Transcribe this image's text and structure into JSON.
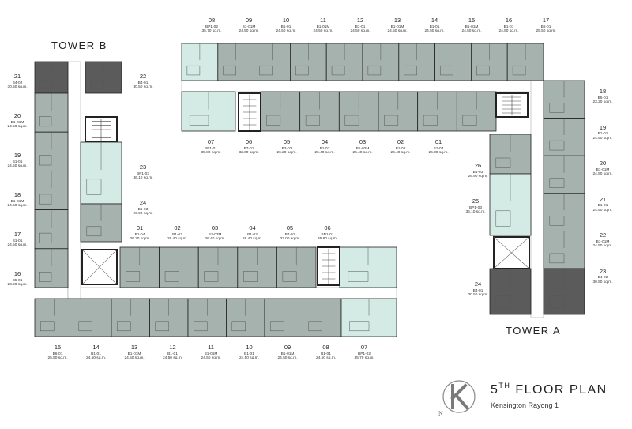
{
  "title": {
    "prefix": "5",
    "sup": "TH",
    "rest": " FLOOR  PLAN"
  },
  "subtitle": "Kensington Rayong 1",
  "towers": {
    "b": "TOWER  B",
    "a": "TOWER  A"
  },
  "logo": {
    "north": "N"
  },
  "colors": {
    "unit": "#a6b2ad",
    "suite": "#d3ebe4",
    "corner": "#5b5b5b",
    "wall": "#222222",
    "corridor": "#ffffff"
  },
  "units": {
    "top_north": [
      {
        "num": "08",
        "type": "BP1-02",
        "area": "35.70 sq.m."
      },
      {
        "num": "09",
        "type": "B1-01M",
        "area": "24.50 sq.m."
      },
      {
        "num": "10",
        "type": "B1-01",
        "area": "24.50 sq.m."
      },
      {
        "num": "11",
        "type": "B1-01M",
        "area": "24.50 sq.m."
      },
      {
        "num": "12",
        "type": "B1-01",
        "area": "24.50 sq.m."
      },
      {
        "num": "13",
        "type": "B1-01M",
        "area": "24.50 sq.m."
      },
      {
        "num": "14",
        "type": "B1-01",
        "area": "24.50 sq.m."
      },
      {
        "num": "15",
        "type": "B1-01M",
        "area": "24.50 sq.m."
      },
      {
        "num": "16",
        "type": "B1-01",
        "area": "24.50 sq.m."
      },
      {
        "num": "17",
        "type": "B6-01",
        "area": "25.50 sq.m."
      }
    ],
    "top_south": [
      {
        "num": "07",
        "type": "BP1-01",
        "area": "35.80 sq.m."
      },
      {
        "num": "06",
        "type": "B7-01",
        "area": "32.00 sq.m."
      },
      {
        "num": "05",
        "type": "B2-02",
        "area": "26.20 sq.m."
      },
      {
        "num": "04",
        "type": "B1-02",
        "area": "26.40 sq.m."
      },
      {
        "num": "03",
        "type": "B1-02M",
        "area": "26.40 sq.m."
      },
      {
        "num": "02",
        "type": "B1-02",
        "area": "26.40 sq.m."
      },
      {
        "num": "01",
        "type": "B1-04",
        "area": "26.30 sq.m."
      }
    ],
    "tower_a_east": [
      {
        "num": "18",
        "type": "B5-01",
        "area": "23.20 sq.m."
      },
      {
        "num": "19",
        "type": "B1-01",
        "area": "24.50 sq.m."
      },
      {
        "num": "20",
        "type": "B1-01M",
        "area": "24.50 sq.m."
      },
      {
        "num": "21",
        "type": "B1-01",
        "area": "24.50 sq.m."
      },
      {
        "num": "22",
        "type": "B1-01M",
        "area": "24.50 sq.m."
      },
      {
        "num": "23",
        "type": "B4-02",
        "area": "30.50 sq.m."
      }
    ],
    "tower_a_west": [
      {
        "num": "26",
        "type": "B1-03",
        "area": "26.90 sq.m."
      },
      {
        "num": "25",
        "type": "BP1-03",
        "area": "36.10 sq.m."
      },
      {
        "num": "24",
        "type": "B4-01",
        "area": "30.50 sq.m."
      }
    ],
    "tower_b_west": [
      {
        "num": "21",
        "type": "B4-02",
        "area": "30.50 sq.m."
      },
      {
        "num": "20",
        "type": "B1-01M",
        "area": "24.50 sq.m."
      },
      {
        "num": "19",
        "type": "B1-01",
        "area": "24.50 sq.m."
      },
      {
        "num": "18",
        "type": "B1-01M",
        "area": "24.50 sq.m."
      },
      {
        "num": "17",
        "type": "B1-01",
        "area": "24.50 sq.m."
      },
      {
        "num": "16",
        "type": "B5-01",
        "area": "23.20 sq.m."
      }
    ],
    "tower_b_east": [
      {
        "num": "22",
        "type": "B4-01",
        "area": "30.50 sq.m."
      },
      {
        "num": "23",
        "type": "BP1-03",
        "area": "36.10 sq.m."
      },
      {
        "num": "24",
        "type": "B1-03",
        "area": "26.90 sq.m."
      }
    ],
    "bottom_north": [
      {
        "num": "01",
        "type": "B1-04",
        "area": "26.30 sq.m."
      },
      {
        "num": "02",
        "type": "B1-02",
        "area": "26.40 sq.m."
      },
      {
        "num": "03",
        "type": "B1-02M",
        "area": "26.40 sq.m."
      },
      {
        "num": "04",
        "type": "B1-02",
        "area": "26.40 sq.m."
      },
      {
        "num": "05",
        "type": "B7-01",
        "area": "32.00 sq.m."
      },
      {
        "num": "06",
        "type": "BP1-01",
        "area": "35.80 sq.m."
      }
    ],
    "bottom_south": [
      {
        "num": "15",
        "type": "B6-01",
        "area": "25.50 sq.m."
      },
      {
        "num": "14",
        "type": "B1-01",
        "area": "24.50 sq.m."
      },
      {
        "num": "13",
        "type": "B1-01M",
        "area": "24.50 sq.m."
      },
      {
        "num": "12",
        "type": "B1-01",
        "area": "24.50 sq.m."
      },
      {
        "num": "11",
        "type": "B1-01M",
        "area": "24.50 sq.m."
      },
      {
        "num": "10",
        "type": "B1-01",
        "area": "24.50 sq.m."
      },
      {
        "num": "09",
        "type": "B1-01M",
        "area": "24.50 sq.m."
      },
      {
        "num": "08",
        "type": "B1-01",
        "area": "24.50 sq.m."
      },
      {
        "num": "07",
        "type": "BP1-02",
        "area": "35.70 sq.m."
      }
    ]
  }
}
